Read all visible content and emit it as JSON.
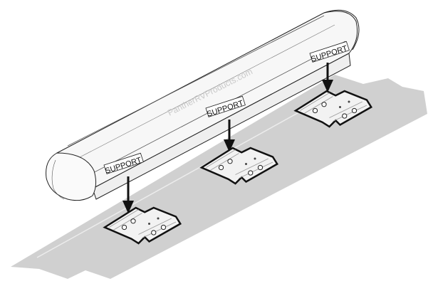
{
  "diagram": {
    "subject": "RV awning installation with support brackets",
    "watermark": "PantherRVProducts.com",
    "labels": [
      {
        "id": "support-left",
        "text": "SUPPORT"
      },
      {
        "id": "support-middle",
        "text": "SUPPORT"
      },
      {
        "id": "support-right",
        "text": "SUPPORT"
      }
    ],
    "colors": {
      "background": "#ffffff",
      "floor": "#d0d0d0",
      "awning_body": "#f7f7f7",
      "outline": "#222222",
      "arrow": "#111111",
      "bracket": "#f2f2f2",
      "watermark": "#c9c9c9"
    }
  }
}
